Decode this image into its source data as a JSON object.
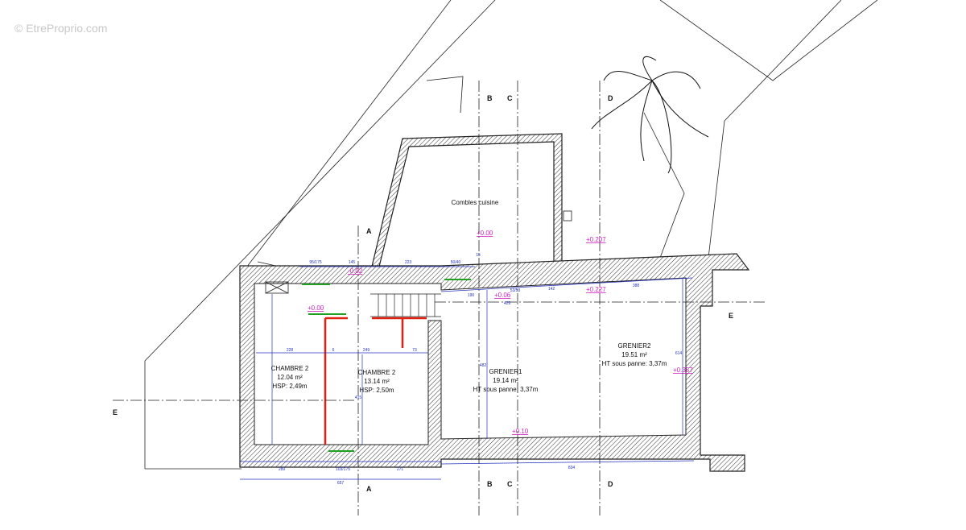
{
  "watermark": "© EtreProprio.com",
  "rooms": [
    {
      "name": "Combles cuisine"
    },
    {
      "name": "CHAMBRE 2",
      "area": "12.04 m²",
      "height": "HSP: 2,49m"
    },
    {
      "name": "CHAMBRE 2",
      "area": "13.14 m²",
      "height": "HSP: 2,50m"
    },
    {
      "name": "GRENIER1",
      "area": "19.14 m²",
      "height": "HT sous panne: 3,37m"
    },
    {
      "name": "GRENIER2",
      "area": "19.51 m²",
      "height": "HT sous panne: 3,37m"
    }
  ],
  "levels": [
    "+0.00",
    "+0.207",
    "-0.02",
    "+0.00",
    "+0.06",
    "+0.227",
    "+0.357",
    "+0.10"
  ],
  "dimensions": {
    "top": [
      "95/175",
      "145",
      "223",
      "50/40",
      "15"
    ],
    "interior": [
      "190",
      "53/53",
      "142",
      "388",
      "429",
      "228",
      "6",
      "249",
      "73",
      "482",
      "415",
      "614"
    ],
    "bottom": [
      "289",
      "103/175",
      "271",
      "657",
      "834"
    ]
  },
  "section_markers": [
    "A",
    "B",
    "C",
    "D",
    "E"
  ],
  "colors": {
    "walls": "#222222",
    "dimensions": "#2030c0",
    "levels": "#d020c0",
    "new_partitions": "#e02010",
    "openings": "#20a020"
  }
}
